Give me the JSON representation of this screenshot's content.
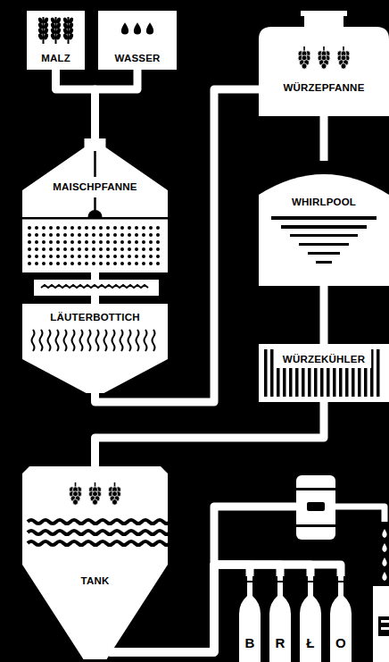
{
  "diagram": {
    "nodes": [
      {
        "text": [
          "MALZ"
        ]
      },
      {
        "text": [
          "WASSER"
        ]
      },
      {
        "text": [
          "WÜRZEPFANNE"
        ]
      },
      {
        "text": [
          "MAISCHPFANNE"
        ]
      },
      {
        "text": [
          "WHIRLPOOL"
        ]
      },
      {
        "text": [
          "LÄUTERBOTTICH"
        ]
      },
      {
        "text": [
          "WÜRZEKÜHLER"
        ]
      },
      {
        "text": [
          "TANK"
        ]
      },
      {
        "text": [
          "B"
        ]
      },
      {
        "text": [
          "R"
        ]
      },
      {
        "text": [
          "Ł"
        ]
      },
      {
        "text": [
          "O"
        ]
      }
    ],
    "edges": [
      {
        "from": 0,
        "to": 3,
        "arrow": "none"
      },
      {
        "from": 1,
        "to": 3,
        "arrow": "none"
      },
      {
        "from": 3,
        "to": 5,
        "arrow": "none"
      },
      {
        "from": 5,
        "to": 2,
        "arrow": "none"
      },
      {
        "from": 2,
        "to": 4,
        "arrow": "none"
      },
      {
        "from": 4,
        "to": 6,
        "arrow": "none"
      },
      {
        "from": 6,
        "to": 7,
        "arrow": "none"
      },
      {
        "from": 7,
        "to": 8,
        "arrow": "none"
      },
      {
        "from": 7,
        "to": 9,
        "arrow": "none"
      },
      {
        "from": 7,
        "to": 10,
        "arrow": "none"
      },
      {
        "from": 7,
        "to": 11,
        "arrow": "none"
      }
    ]
  }
}
